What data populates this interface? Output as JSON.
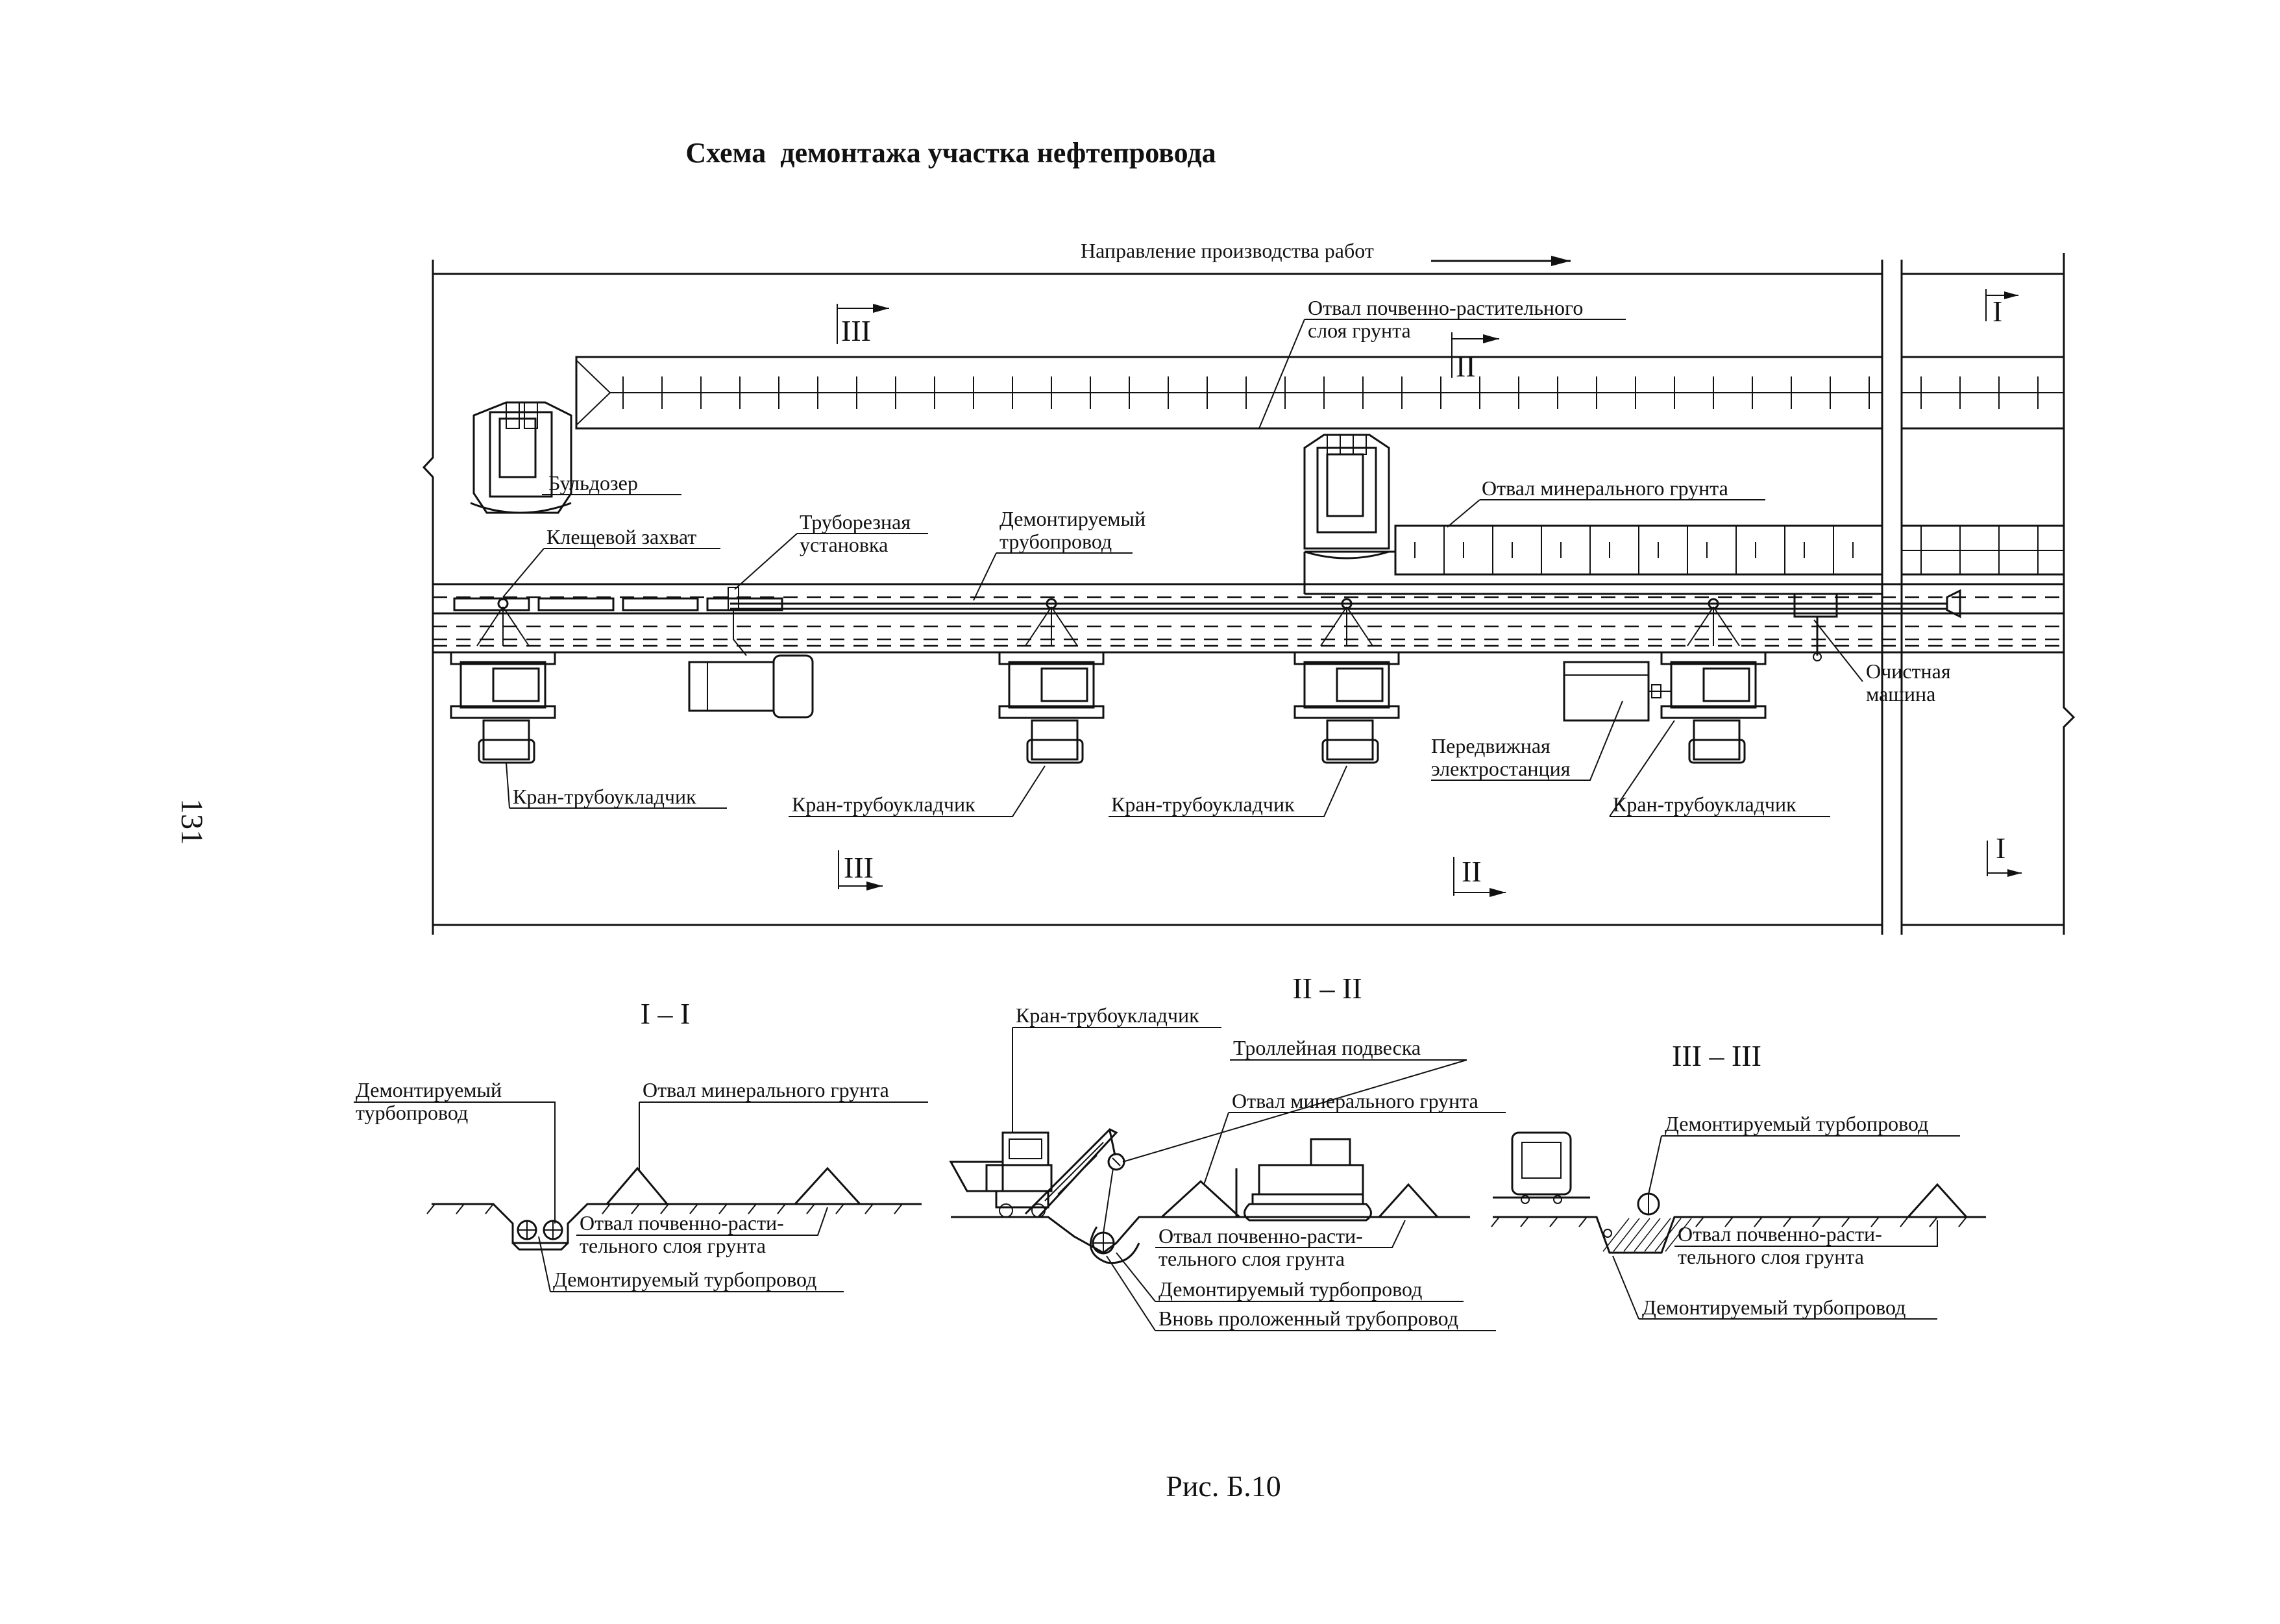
{
  "title": "Схема  демонтажа участка нефтепровода",
  "direction": "Направление производства работ",
  "page_number": "131",
  "figure_caption": "Рис. Б.10",
  "plan": {
    "labels": {
      "soil_dump_1": "Отвал почвенно-растительного",
      "soil_dump_2": "слоя грунта",
      "mineral_dump": "Отвал минерального грунта",
      "bulldozer": "Бульдозер",
      "clamp": "Клещевой захват",
      "cutter_1": "Труборезная",
      "cutter_2": "установка",
      "pipe_1": "Демонтируемый",
      "pipe_2": "трубопровод",
      "crane_a": "Кран-трубоукладчик",
      "crane_b": "Кран-трубоукладчик",
      "crane_c": "Кран-трубоукладчик",
      "crane_d": "Кран-трубоукладчик",
      "generator_1": "Передвижная",
      "generator_2": "электростанция",
      "cleaner_1": "Очистная",
      "cleaner_2": "машина"
    },
    "marks": {
      "m1": "I",
      "m2": "II",
      "m3": "III"
    }
  },
  "sections": {
    "s1": {
      "title": "I – I",
      "pipe_1": "Демонтируемый",
      "pipe_2": "турбопровод",
      "mineral": "Отвал минерального грунта",
      "soil_1": "Отвал почвенно-расти-",
      "soil_2": "тельного слоя грунта",
      "pipe_bottom": "Демонтируемый турбопровод"
    },
    "s2": {
      "title": "II – II",
      "crane": "Кран-трубоукладчик",
      "trolley": "Троллейная подвеска",
      "mineral": "Отвал минерального грунта",
      "soil_1": "Отвал почвенно-расти-",
      "soil_2": "тельного слоя грунта",
      "pipe": "Демонтируемый турбопровод",
      "new_pipe": "Вновь проложенный трубопровод"
    },
    "s3": {
      "title": "III – III",
      "pipe_top": "Демонтируемый турбопровод",
      "soil_1": "Отвал почвенно-расти-",
      "soil_2": "тельного слоя грунта",
      "pipe_bottom": "Демонтируемый турбопровод"
    }
  }
}
